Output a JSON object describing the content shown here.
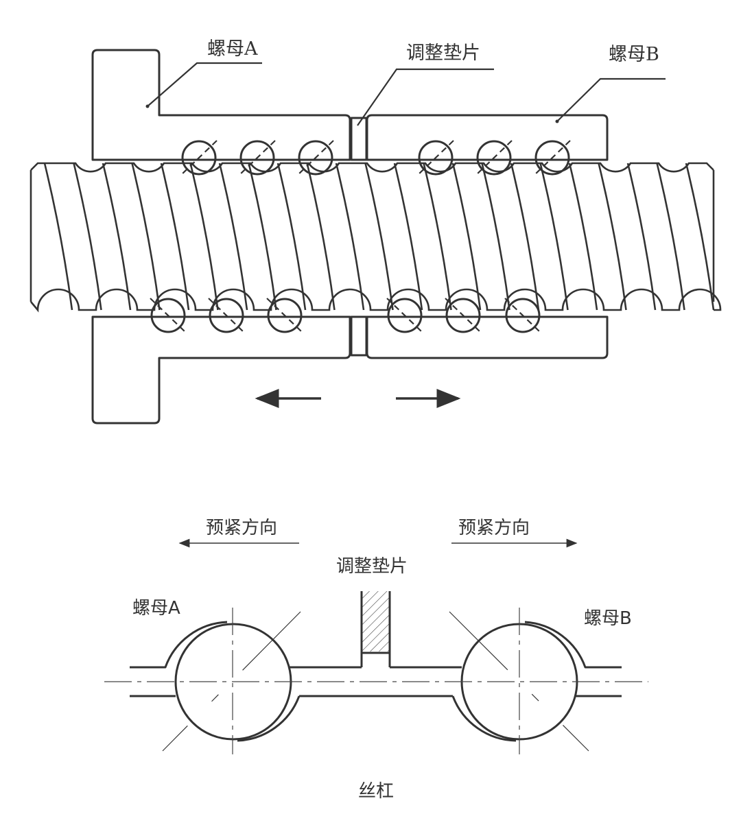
{
  "figure": {
    "title": "Double-nut ball screw preload with adjusting shim",
    "colors": {
      "line": "#333333",
      "background": "#ffffff"
    }
  },
  "top_view": {
    "labels": {
      "nut_a": "螺母A",
      "shim": "调整垫片",
      "nut_b": "螺母B"
    },
    "arrows": [
      "left",
      "right"
    ],
    "balls_per_nut_row": 3
  },
  "bottom_view": {
    "labels": {
      "preload_left": "预紧方向",
      "preload_right": "预紧方向",
      "shim": "调整垫片",
      "nut_a": "螺母A",
      "nut_b": "螺母B",
      "screw": "丝杠"
    }
  }
}
